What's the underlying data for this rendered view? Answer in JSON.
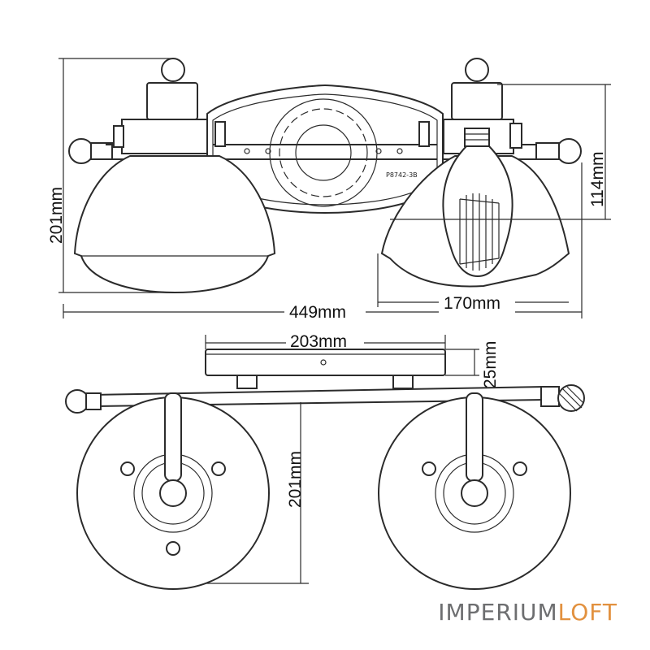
{
  "dimensions": {
    "height_front": "201mm",
    "width_total": "449mm",
    "height_fixture": "114mm",
    "shade_width": "170mm",
    "backplate_width": "203mm",
    "backplate_depth": "25mm",
    "depth_top": "201mm"
  },
  "part_label": "P8742-3B",
  "logo": {
    "part1": "IMPERIUM",
    "part2": "LOFT",
    "part2_color": "#e2913f",
    "part1_color": "#6d6e70"
  }
}
